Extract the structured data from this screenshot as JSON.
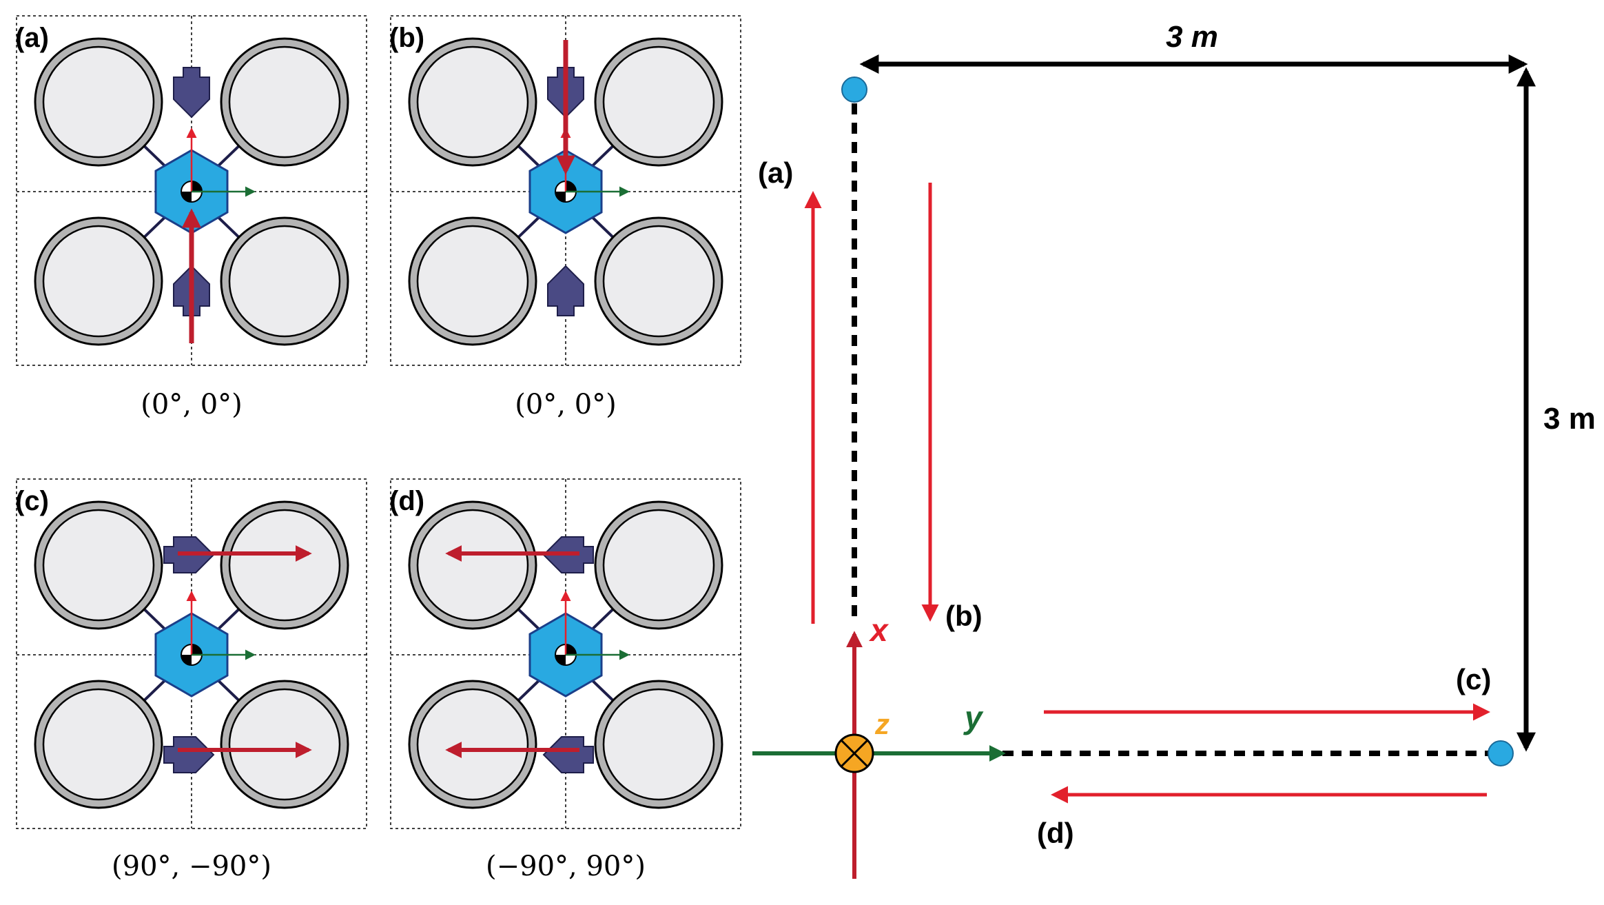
{
  "panels": [
    {
      "id": "a",
      "label": "(a)",
      "caption": "(0°, 0°)",
      "thrust": "forward"
    },
    {
      "id": "b",
      "label": "(b)",
      "caption": "(0°, 0°)",
      "thrust": "backward"
    },
    {
      "id": "c",
      "label": "(c)",
      "caption": "(90°, −90°)",
      "thrust": "right"
    },
    {
      "id": "d",
      "label": "(d)",
      "caption": "(−90°, 90°)",
      "thrust": "left"
    }
  ],
  "path": {
    "width_label": "3 m",
    "height_label": "3 m",
    "axis_x": "x",
    "axis_y": "y",
    "axis_z": "z",
    "motion_labels": {
      "a": "(a)",
      "b": "(b)",
      "c": "(c)",
      "d": "(d)"
    }
  },
  "colors": {
    "red": "#e2202c",
    "dark_red": "#be1e2d",
    "green": "#1b6e35",
    "hub": "#29a9e1",
    "thruster": "#4a4a84",
    "rotor_fill": "#ececee",
    "rotor_ring": "#b4b4b4",
    "waypoint": "#29a9e1",
    "origin": "#f5a623"
  }
}
